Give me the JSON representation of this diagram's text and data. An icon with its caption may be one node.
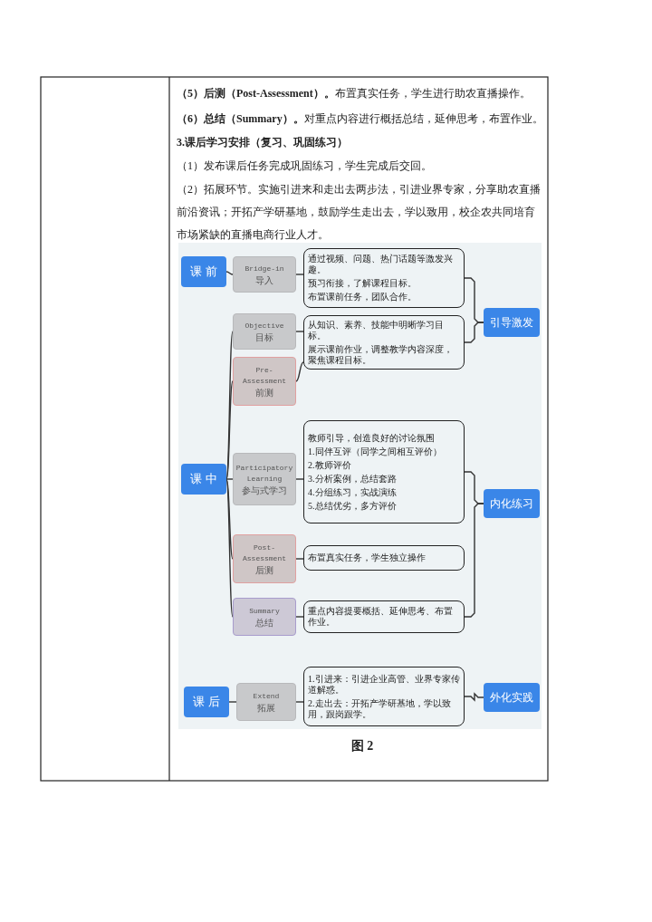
{
  "diagram": {
    "nodes": [
      {
        "text": [
          "课 前"
        ]
      },
      {
        "text": [
          "Bridge-in",
          "导入"
        ]
      },
      {
        "text": [
          "通过视频、问题、热门话题等激发兴趣。",
          "预习衔接，了解课程目标。",
          "布置课前任务，团队合作。"
        ]
      },
      {
        "text": [
          "Objective",
          "目标"
        ]
      },
      {
        "text": [
          "Pre-Assessment",
          "前测"
        ]
      },
      {
        "text": [
          "从知识、素养、技能中明晰学习目标。",
          "展示课前作业，调整教学内容深度，聚焦课程目标。"
        ]
      },
      {
        "text": [
          "引导激发"
        ]
      },
      {
        "text": [
          "课 中"
        ]
      },
      {
        "text": [
          "Participatory Learning",
          "参与式学习"
        ]
      },
      {
        "text": [
          "教师引导，创造良好的讨论氛围",
          "1.同伴互评（同学之间相互评价）",
          "2.教师评价",
          "3.分析案例，总结套路",
          "4.分组练习，实战演练",
          "5.总结优劣，多方评价"
        ]
      },
      {
        "text": [
          "Post-Assessment",
          "后测"
        ]
      },
      {
        "text": [
          "布置真实任务，学生独立操作"
        ]
      },
      {
        "text": [
          "Summary",
          "总结"
        ]
      },
      {
        "text": [
          "重点内容提要概括、延伸思考、布置作业。"
        ]
      },
      {
        "text": [
          "内化练习"
        ]
      },
      {
        "text": [
          "课 后"
        ]
      },
      {
        "text": [
          "Extend",
          "拓展"
        ]
      },
      {
        "text": [
          "1.引进来：引进企业高管、业界专家传道解惑。",
          "2.走出去：开拓产学研基地，学以致用，跟岗跟学。"
        ]
      },
      {
        "text": [
          "外化实践"
        ]
      }
    ],
    "edges": [
      {
        "from": 0,
        "to": 1,
        "arrow": "none"
      },
      {
        "from": 1,
        "to": 2,
        "arrow": "none"
      },
      {
        "from": 3,
        "to": 5,
        "arrow": "none"
      },
      {
        "from": 4,
        "to": 5,
        "arrow": "none"
      },
      {
        "from": 2,
        "to": 6,
        "arrow": "none"
      },
      {
        "from": 5,
        "to": 6,
        "arrow": "none"
      },
      {
        "from": 7,
        "to": 3,
        "arrow": "none"
      },
      {
        "from": 7,
        "to": 4,
        "arrow": "none"
      },
      {
        "from": 7,
        "to": 8,
        "arrow": "none"
      },
      {
        "from": 7,
        "to": 10,
        "arrow": "none"
      },
      {
        "from": 7,
        "to": 12,
        "arrow": "none"
      },
      {
        "from": 8,
        "to": 9,
        "arrow": "none"
      },
      {
        "from": 10,
        "to": 11,
        "arrow": "none"
      },
      {
        "from": 12,
        "to": 13,
        "arrow": "none"
      },
      {
        "from": 9,
        "to": 14,
        "arrow": "none"
      },
      {
        "from": 13,
        "to": 14,
        "arrow": "none"
      },
      {
        "from": 15,
        "to": 16,
        "arrow": "none"
      },
      {
        "from": 16,
        "to": 17,
        "arrow": "none"
      },
      {
        "from": 17,
        "to": 18,
        "arrow": "none"
      }
    ],
    "labels": [
      "**（5）后测（Post-Assessment）。**布置真实任务，学生进行助农直播操作。",
      "**（6）总结（Summary）。**对重点内容进行概括总结，延伸思考，布置作业。",
      "3.课后学习安排（复习、巩固练习）",
      "（1）发布课后任务完成巩固练习，学生完成后交回。",
      "（2）拓展环节。实施引进来和走出去两步法，引进业界专家，分享助农直播前沿资讯；开拓产学研基地，鼓励学生走出去，学以致用，校企农共同培育市场紧缺的直播电商行业人才。",
      "图 2"
    ]
  }
}
